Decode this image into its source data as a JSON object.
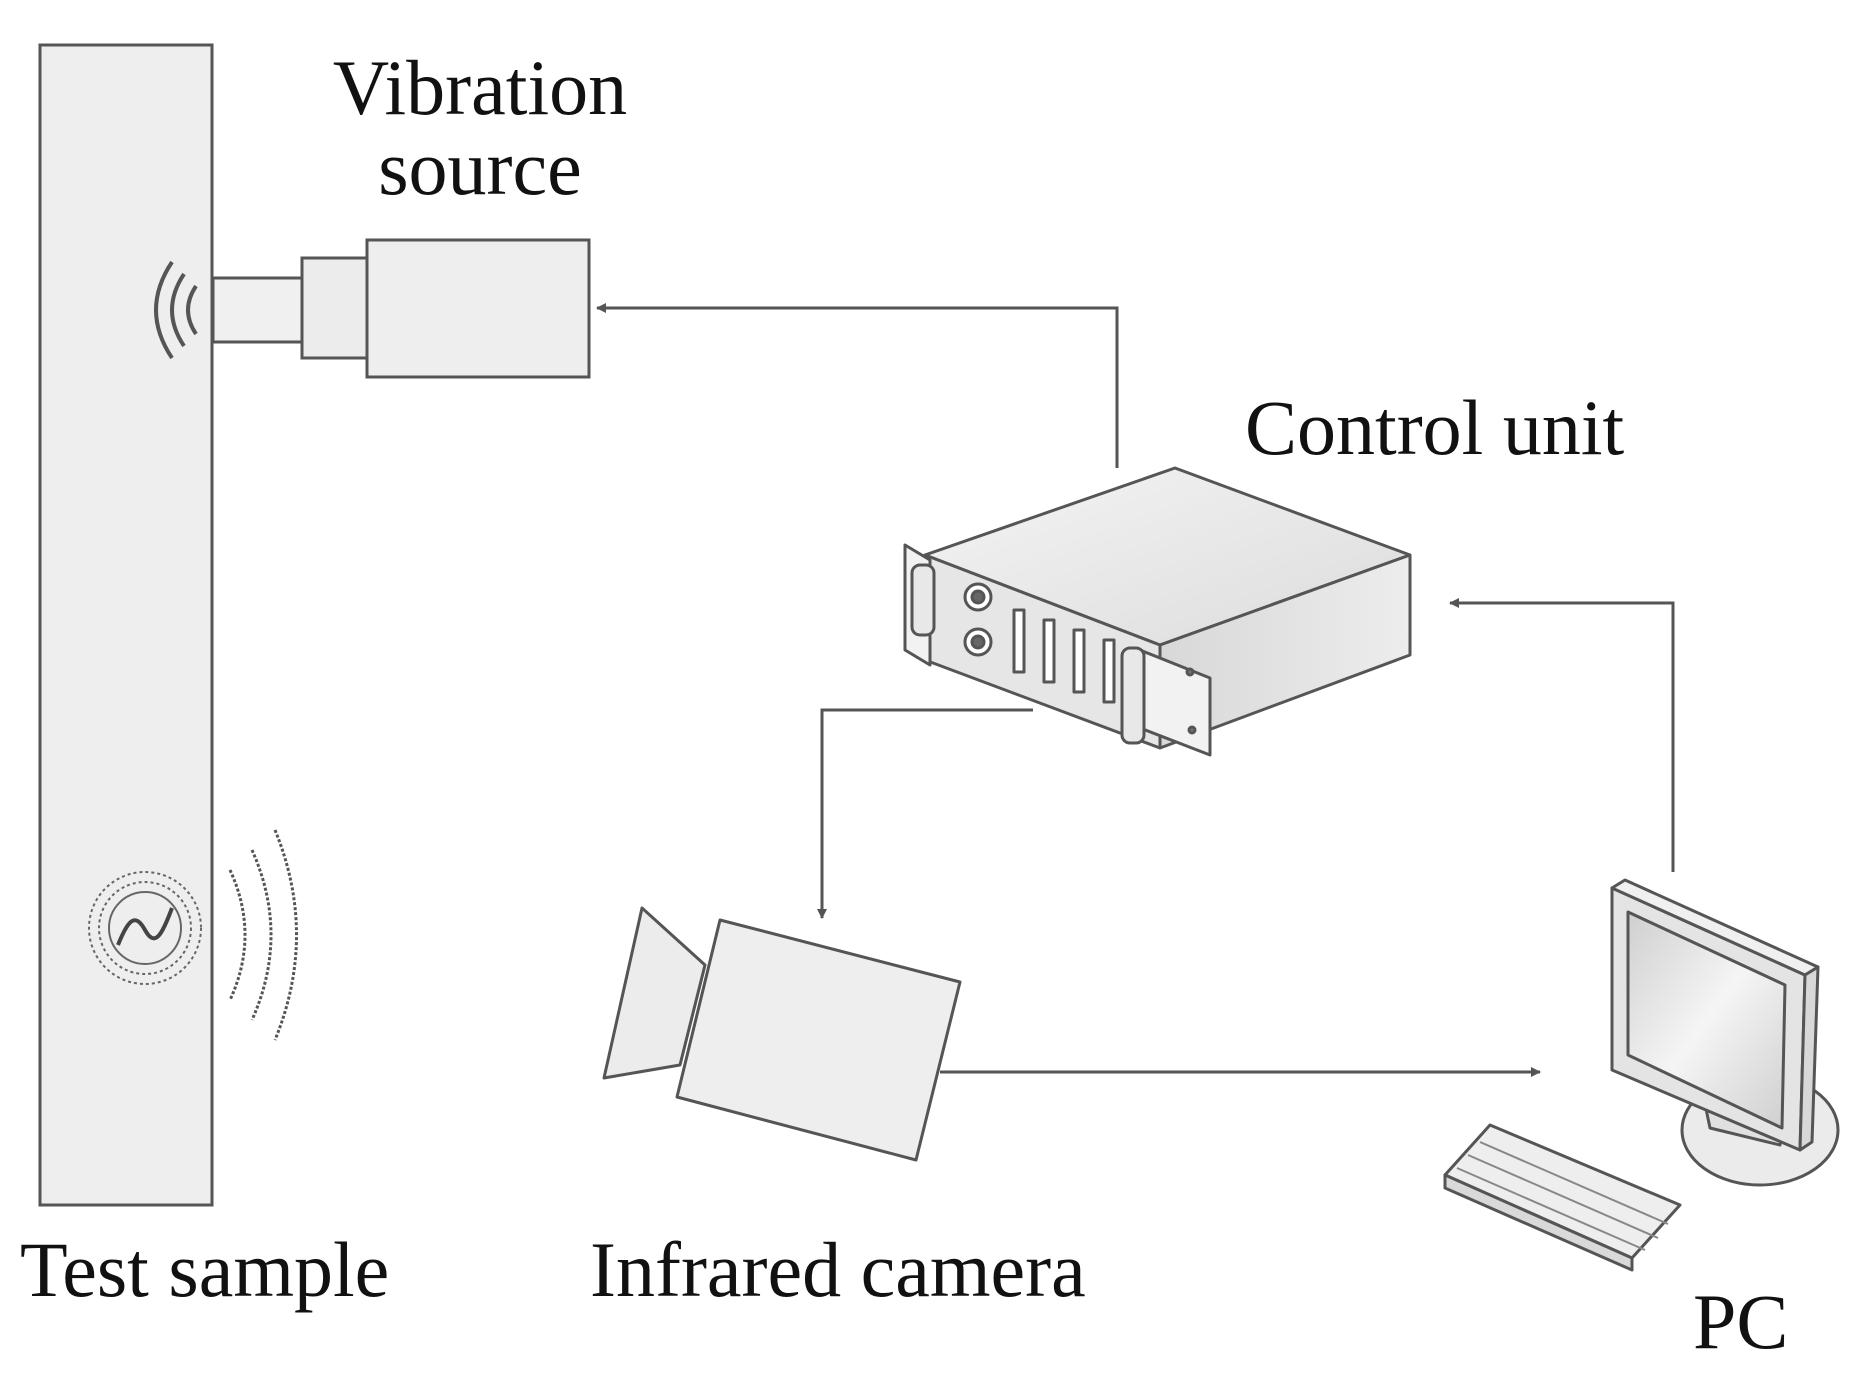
{
  "labels": {
    "vibration_source_line1": "Vibration",
    "vibration_source_line2": "source",
    "control_unit": "Control unit",
    "test_sample": "Test sample",
    "infrared_camera": "Infrared camera",
    "pc": "PC"
  },
  "colors": {
    "stroke": "#555555",
    "fill_light": "#f0f0f0",
    "fill_mid": "#e2e2e2",
    "fill_dark": "#c8c8c8",
    "arrow": "#555555"
  }
}
